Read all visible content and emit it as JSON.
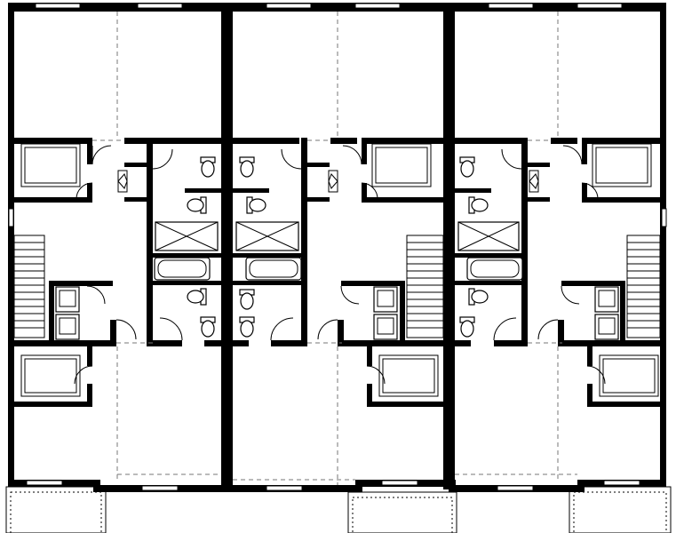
{
  "plan": {
    "type": "floor-plan",
    "units": 3,
    "colors": {
      "wall": "#000000",
      "line": "#000000",
      "dash": "#777777",
      "background": "#ffffff"
    },
    "fixtures": [
      "stair",
      "toilet",
      "bathtub",
      "shower",
      "washer",
      "dryer",
      "closet",
      "door-swing"
    ]
  }
}
